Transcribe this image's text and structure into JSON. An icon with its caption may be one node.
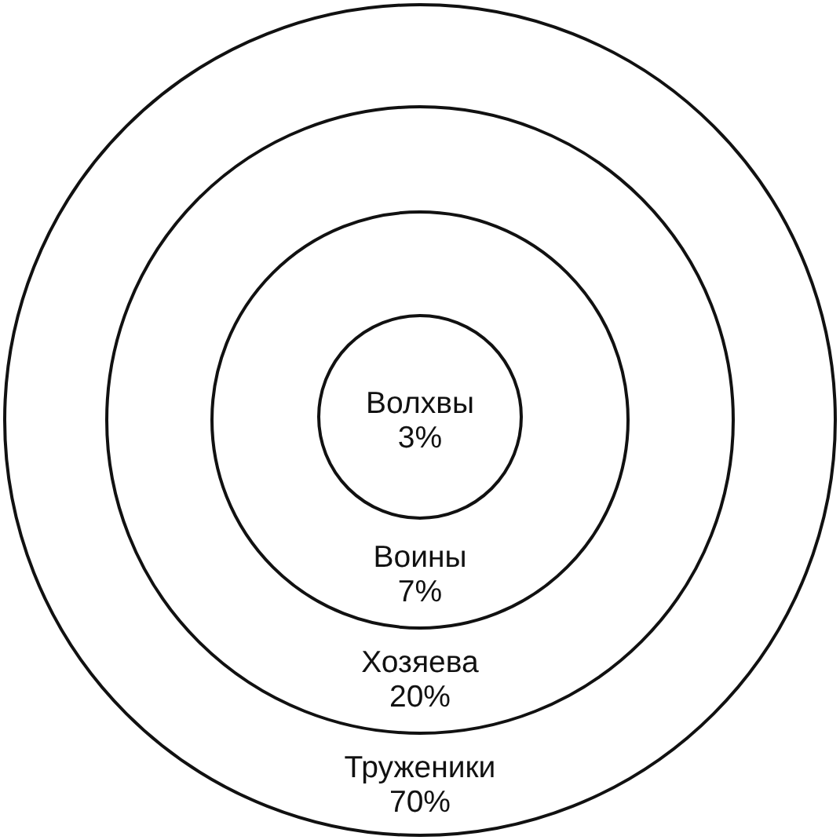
{
  "diagram": {
    "nodes": [
      {
        "text": [
          "Труженики",
          "70%"
        ]
      },
      {
        "text": [
          "Хозяева",
          "20%"
        ],
        "in": 0
      },
      {
        "text": [
          "Воины",
          "7%"
        ],
        "in": 1
      },
      {
        "text": [
          "Волхвы",
          "3%"
        ],
        "in": 2
      }
    ]
  }
}
